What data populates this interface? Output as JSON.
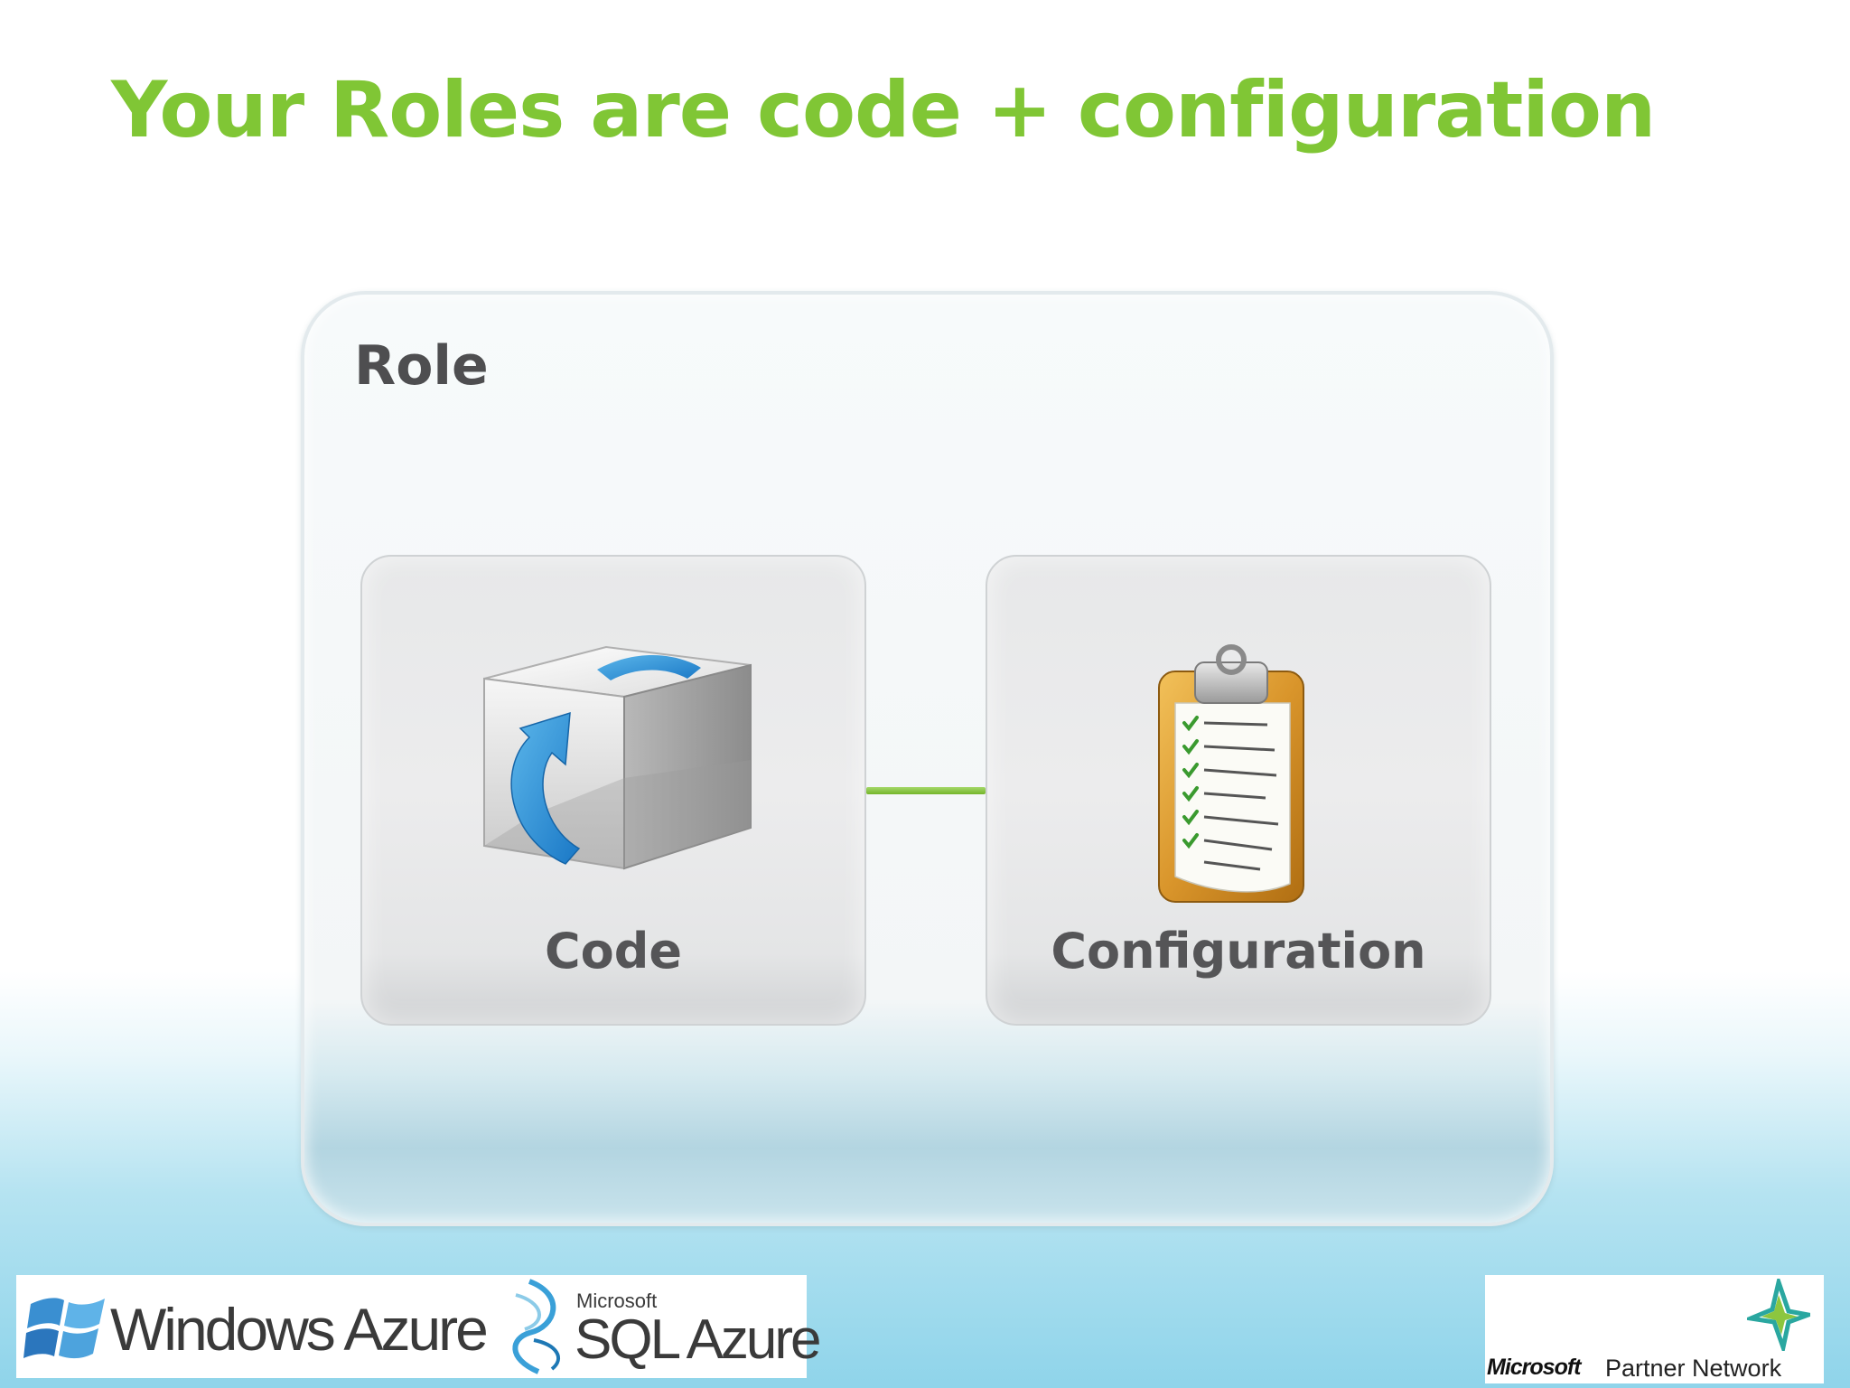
{
  "slide": {
    "title": "Your Roles are code + configuration"
  },
  "diagram": {
    "container_label": "Role",
    "nodes": [
      {
        "label": "Code",
        "icon": "refresh-box-icon"
      },
      {
        "label": "Configuration",
        "icon": "clipboard-checklist-icon"
      }
    ],
    "connector_color": "#80c635"
  },
  "footer": {
    "left_logo": {
      "windows_azure": "Windows Azure",
      "microsoft": "Microsoft",
      "sql_azure": "SQL Azure"
    },
    "right_logo": {
      "microsoft": "Microsoft",
      "partner_network": "Partner Network"
    }
  },
  "colors": {
    "title": "#80c635",
    "label": "#4e4e50",
    "background_bottom": "#8fd4ea"
  }
}
